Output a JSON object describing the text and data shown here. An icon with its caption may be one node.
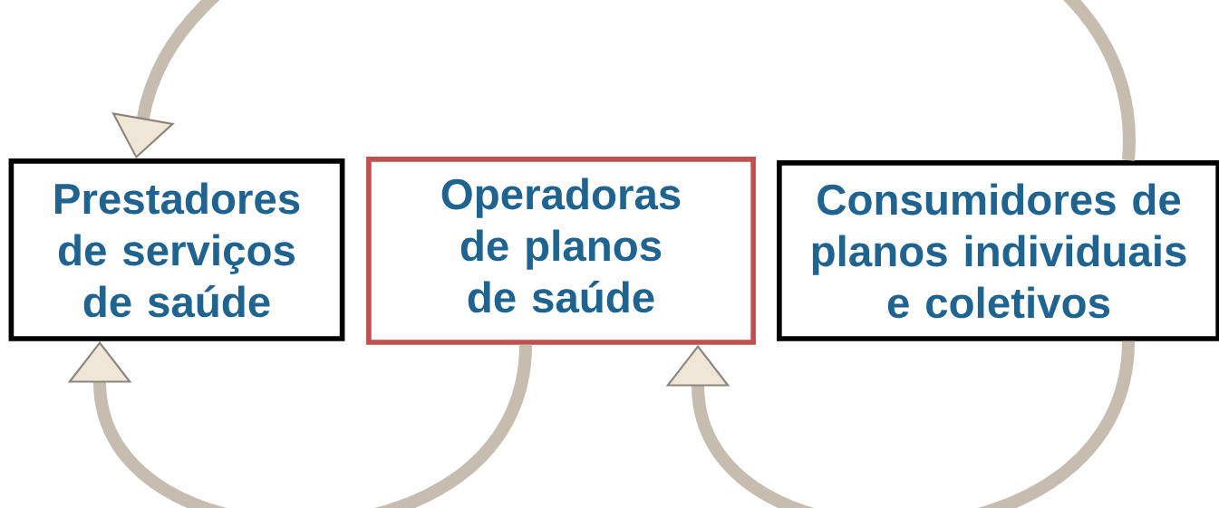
{
  "diagram": {
    "nodes": [
      {
        "text": [
          "Prestadores de serviços de saúde"
        ]
      },
      {
        "text": [
          "Operadoras de planos de saúde"
        ]
      },
      {
        "text": [
          "Consumidores de planos individuais e coletivos"
        ]
      }
    ],
    "edges": [
      {
        "from": 2,
        "to": 0,
        "arrow": "to"
      },
      {
        "from": 1,
        "to": 0,
        "arrow": "to"
      },
      {
        "from": 2,
        "to": 1,
        "arrow": "to"
      }
    ]
  }
}
